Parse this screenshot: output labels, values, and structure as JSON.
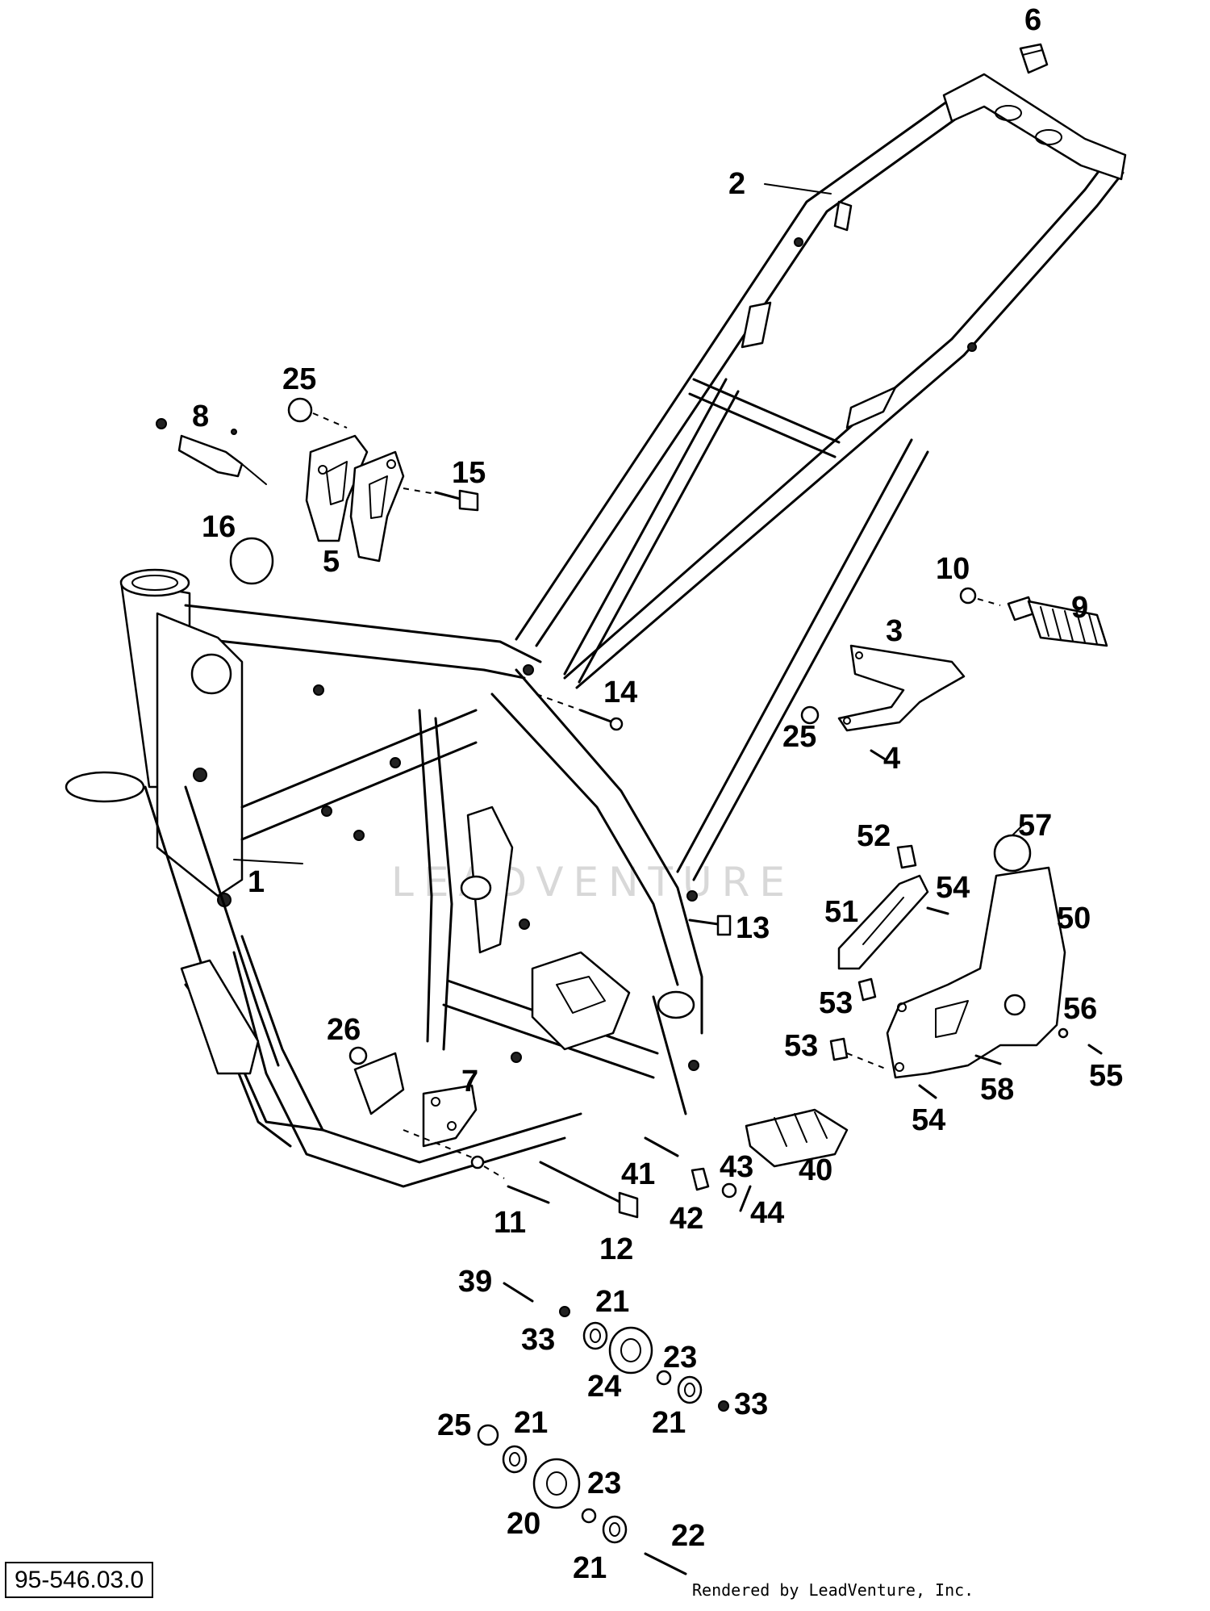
{
  "diagram": {
    "reference_number": "95-546.03.0",
    "credit": "Rendered by LeadVenture, Inc.",
    "watermark": "LEADVENTURE",
    "callouts": [
      {
        "id": "c1",
        "label": "1"
      },
      {
        "id": "c2",
        "label": "2"
      },
      {
        "id": "c3",
        "label": "3"
      },
      {
        "id": "c4",
        "label": "4"
      },
      {
        "id": "c5",
        "label": "5"
      },
      {
        "id": "c6",
        "label": "6"
      },
      {
        "id": "c7",
        "label": "7"
      },
      {
        "id": "c8",
        "label": "8"
      },
      {
        "id": "c9",
        "label": "9"
      },
      {
        "id": "c10",
        "label": "10"
      },
      {
        "id": "c11",
        "label": "11"
      },
      {
        "id": "c12",
        "label": "12"
      },
      {
        "id": "c13",
        "label": "13"
      },
      {
        "id": "c14",
        "label": "14"
      },
      {
        "id": "c15",
        "label": "15"
      },
      {
        "id": "c16",
        "label": "16"
      },
      {
        "id": "c20",
        "label": "20"
      },
      {
        "id": "c21a",
        "label": "21"
      },
      {
        "id": "c21b",
        "label": "21"
      },
      {
        "id": "c21c",
        "label": "21"
      },
      {
        "id": "c21d",
        "label": "21"
      },
      {
        "id": "c22",
        "label": "22"
      },
      {
        "id": "c23a",
        "label": "23"
      },
      {
        "id": "c23b",
        "label": "23"
      },
      {
        "id": "c24",
        "label": "24"
      },
      {
        "id": "c25a",
        "label": "25"
      },
      {
        "id": "c25b",
        "label": "25"
      },
      {
        "id": "c25c",
        "label": "25"
      },
      {
        "id": "c26",
        "label": "26"
      },
      {
        "id": "c33a",
        "label": "33"
      },
      {
        "id": "c33b",
        "label": "33"
      },
      {
        "id": "c39",
        "label": "39"
      },
      {
        "id": "c40",
        "label": "40"
      },
      {
        "id": "c41",
        "label": "41"
      },
      {
        "id": "c42",
        "label": "42"
      },
      {
        "id": "c43",
        "label": "43"
      },
      {
        "id": "c44",
        "label": "44"
      },
      {
        "id": "c50",
        "label": "50"
      },
      {
        "id": "c51",
        "label": "51"
      },
      {
        "id": "c52",
        "label": "52"
      },
      {
        "id": "c53a",
        "label": "53"
      },
      {
        "id": "c53b",
        "label": "53"
      },
      {
        "id": "c54a",
        "label": "54"
      },
      {
        "id": "c54b",
        "label": "54"
      },
      {
        "id": "c55",
        "label": "55"
      },
      {
        "id": "c56",
        "label": "56"
      },
      {
        "id": "c57",
        "label": "57"
      },
      {
        "id": "c58",
        "label": "58"
      }
    ]
  }
}
